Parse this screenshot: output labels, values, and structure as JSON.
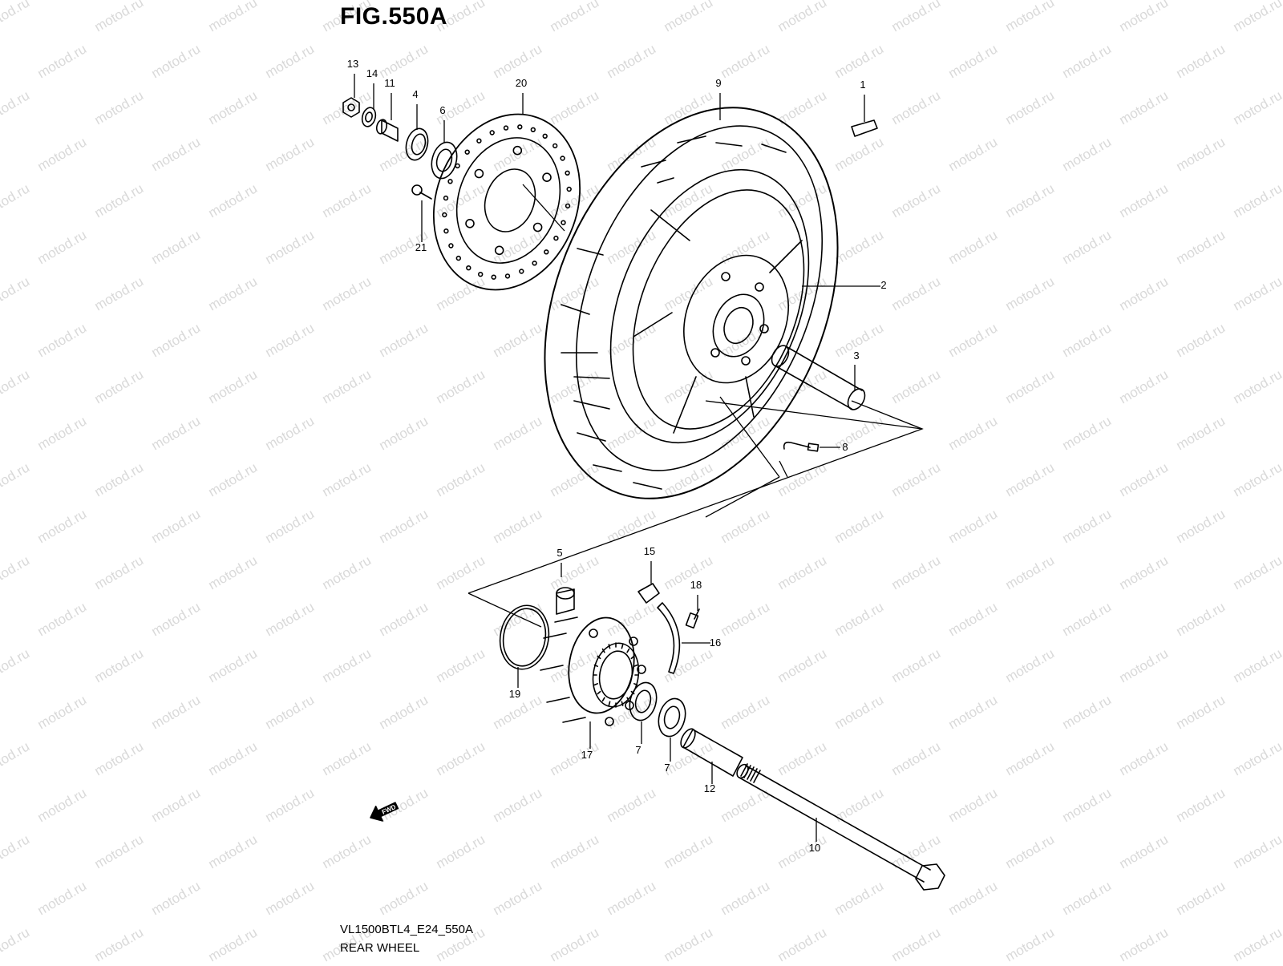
{
  "figure": {
    "title": "FIG.550A",
    "model_code": "VL1500BTL4_E24_550A",
    "caption": "REAR WHEEL"
  },
  "watermark": {
    "text": "motod.ru",
    "color": "#d9d9d9"
  },
  "fwd_label": "FWD",
  "callouts": [
    {
      "num": "1"
    },
    {
      "num": "2"
    },
    {
      "num": "3"
    },
    {
      "num": "4"
    },
    {
      "num": "5"
    },
    {
      "num": "6"
    },
    {
      "num": "7"
    },
    {
      "num": "7"
    },
    {
      "num": "8"
    },
    {
      "num": "9"
    },
    {
      "num": "10"
    },
    {
      "num": "11"
    },
    {
      "num": "12"
    },
    {
      "num": "13"
    },
    {
      "num": "14"
    },
    {
      "num": "15"
    },
    {
      "num": "16"
    },
    {
      "num": "17"
    },
    {
      "num": "18"
    },
    {
      "num": "19"
    },
    {
      "num": "20"
    },
    {
      "num": "21"
    }
  ],
  "colors": {
    "line": "#000000",
    "background": "#ffffff"
  }
}
